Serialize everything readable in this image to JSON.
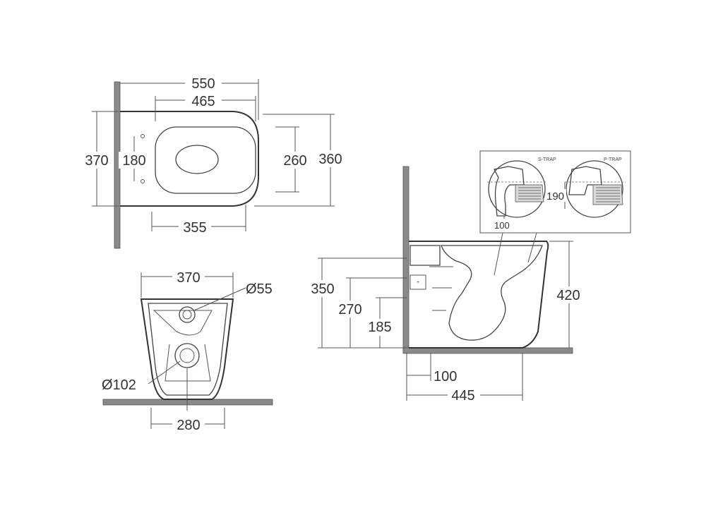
{
  "top_view": {
    "overall_length": "550",
    "seat_length": "465",
    "overall_width": "370",
    "fixing_spacing": "180",
    "opening_width": "260",
    "seat_width": "360",
    "fixing_to_rim": "355"
  },
  "front_view": {
    "width": "370",
    "inlet_diameter": "Ø55",
    "outlet_diameter": "Ø102",
    "base_width": "280"
  },
  "side_view": {
    "h1": "350",
    "h2": "270",
    "h3": "185",
    "height": "420",
    "outlet_offset": "100",
    "depth": "445"
  },
  "inset": {
    "s_trap": "S-TRAP",
    "p_trap": "P-TRAP",
    "p_height": "190",
    "s_offset": "100"
  }
}
